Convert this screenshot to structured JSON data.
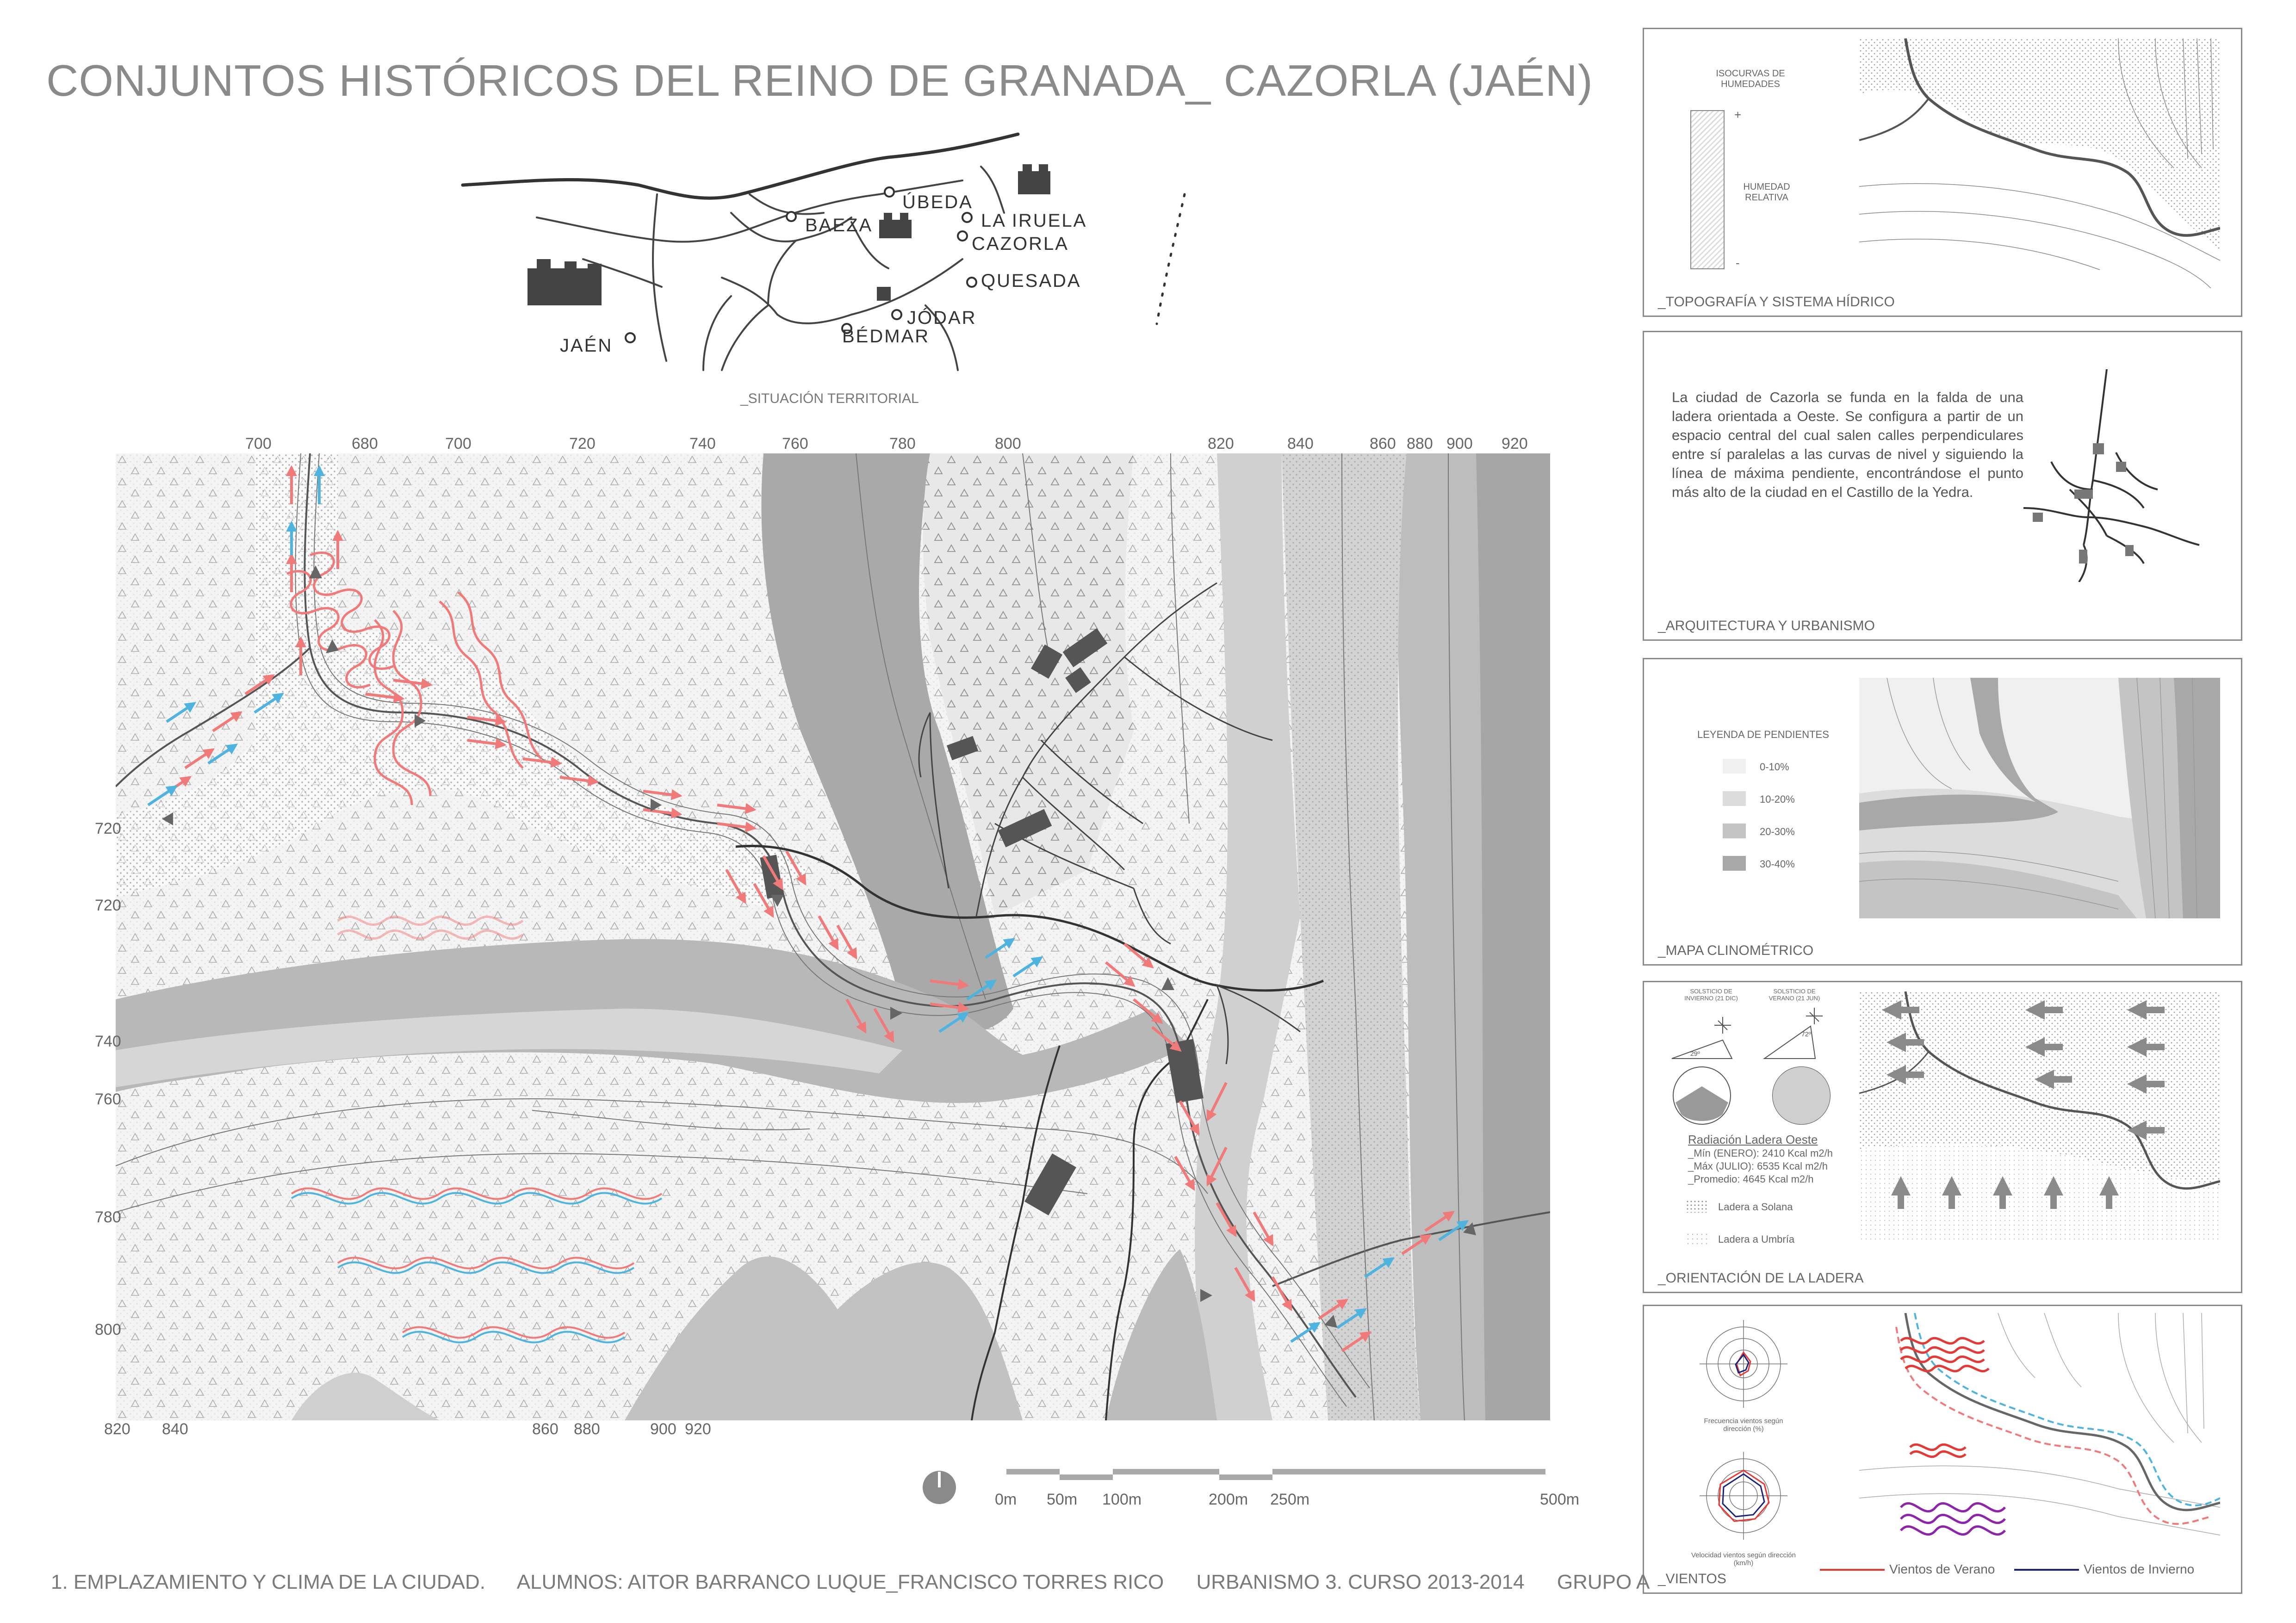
{
  "title": "CONJUNTOS HISTÓRICOS DEL REINO DE GRANADA_ CAZORLA (JAÉN)",
  "situacion": {
    "caption": "_SITUACIÓN TERRITORIAL",
    "towns": [
      "BAEZA",
      "ÚBEDA",
      "LA IRUELA",
      "CAZORLA",
      "QUESADA",
      "JÓDAR",
      "BÉDMAR",
      "JAÉN"
    ]
  },
  "main_map": {
    "top_ticks": [
      "700",
      "680",
      "700",
      "720",
      "740",
      "760",
      "780",
      "800",
      "820",
      "840",
      "860",
      "880",
      "900",
      "920"
    ],
    "left_ticks": [
      "720",
      "720",
      "740",
      "760",
      "780",
      "800"
    ],
    "bottom_ticks": [
      "820",
      "840",
      "860",
      "880",
      "900",
      "920"
    ],
    "scale": [
      "0m",
      "50m",
      "100m",
      "200m",
      "250m",
      "500m"
    ]
  },
  "panels": {
    "topografia": {
      "title": "_TOPOGRAFÍA Y SISTEMA HÍDRICO",
      "legend_title": "ISOCURVAS DE HUMEDADES",
      "legend_label": "HUMEDAD RELATIVA",
      "plus": "+",
      "minus": "-"
    },
    "arquitectura": {
      "title": "_ARQUITECTURA Y URBANISMO",
      "text": "La ciudad de Cazorla se funda en la falda de una ladera orientada a Oeste. Se configura a partir de un espacio central del cual salen calles perpendiculares entre sí paralelas a las curvas de nivel y siguiendo la línea de máxima pendiente, encontrándose el punto más alto de la ciudad en el Castillo de la Yedra."
    },
    "clinometrico": {
      "title": "_MAPA CLINOMÉTRICO",
      "legend_title": "LEYENDA DE PENDIENTES",
      "legend": [
        {
          "label": "0-10%",
          "color": "#f0f0f0"
        },
        {
          "label": "10-20%",
          "color": "#dcdcdc"
        },
        {
          "label": "20-30%",
          "color": "#c4c4c4"
        },
        {
          "label": "30-40%",
          "color": "#a8a8a8"
        }
      ]
    },
    "orientacion": {
      "title": "_ORIENTACIÓN DE LA LADERA",
      "solsticio_invierno": "SOLSTICIO DE INVIERNO (21 DIC)",
      "solsticio_verano": "SOLSTICIO DE VERANO (21 JUN)",
      "angle_winter": "29º",
      "angle_summer": "72º",
      "radiacion_title": "Radiación Ladera Oeste",
      "radiacion_min": "_Mín (ENERO): 2410 Kcal m2/h",
      "radiacion_max": "_Máx (JULIO): 6535 Kcal m2/h",
      "radiacion_prom": "_Promedio: 4645 Kcal m2/h",
      "solana": "Ladera a Solana",
      "umbria": "Ladera a Umbría"
    },
    "vientos": {
      "title": "_VIENTOS",
      "rose1_caption": "Frecuencia vientos según dirección (%)",
      "rose2_caption": "Velocidad vientos según dirección (km/h)",
      "verano": "Vientos de Verano",
      "invierno": "Vientos de Invierno",
      "verano_color": "#e53935",
      "invierno_color": "#1a237e"
    }
  },
  "footer": {
    "section": "1. EMPLAZAMIENTO Y CLIMA DE LA CIUDAD.",
    "alumnos": "ALUMNOS: AITOR BARRANCO LUQUE_FRANCISCO TORRES RICO",
    "curso": "URBANISMO 3. CURSO 2013-2014",
    "grupo": "GRUPO A"
  },
  "colors": {
    "summer_wind": "#f07a7a",
    "winter_wind": "#4fb3e0",
    "terrain_dark": "#a9a9a9",
    "terrain_light": "#e2e2e2"
  }
}
